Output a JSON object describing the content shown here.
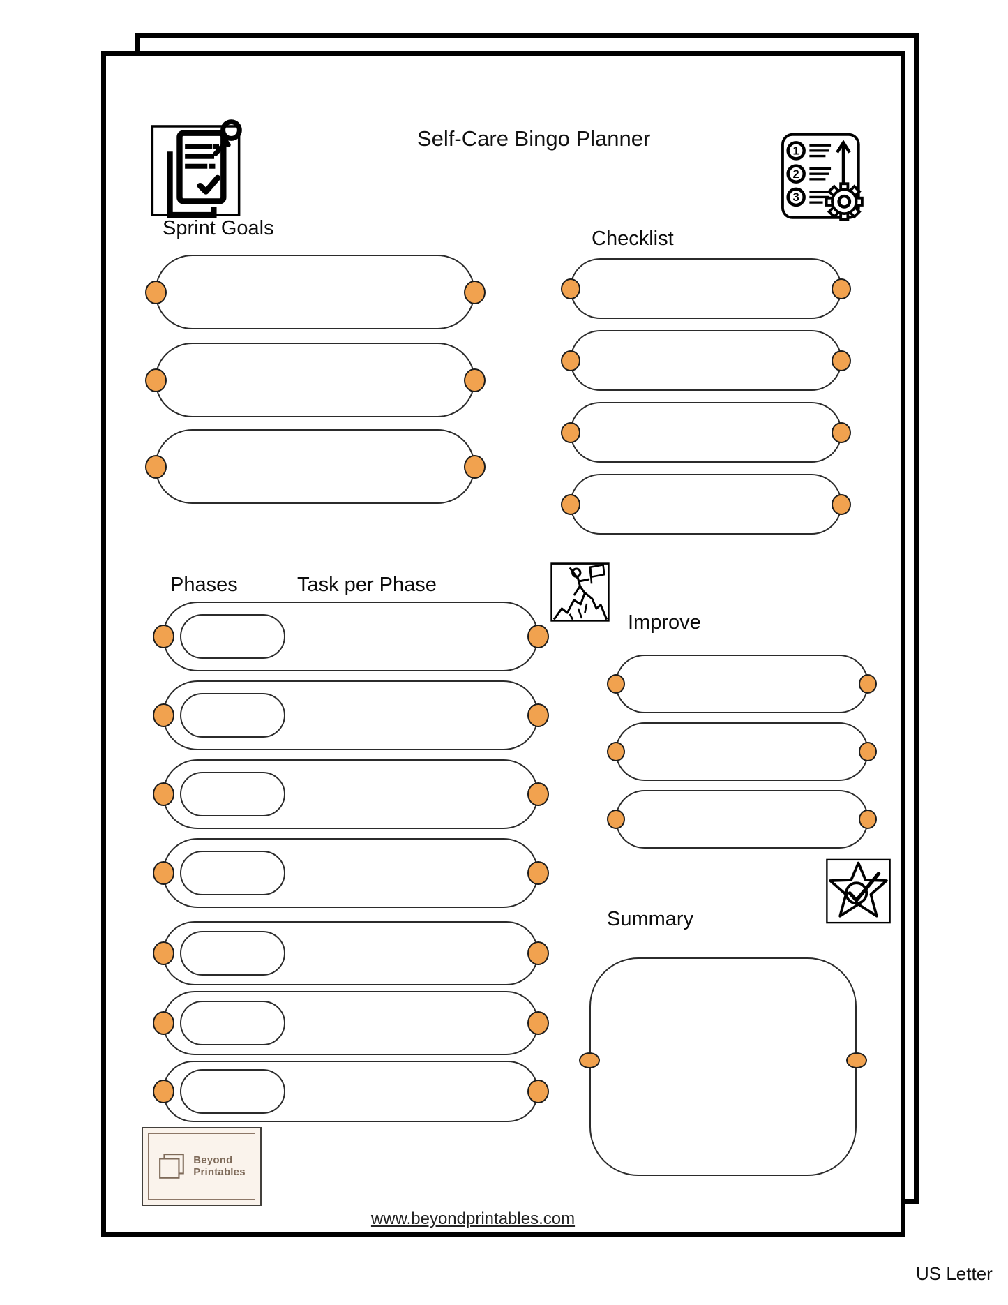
{
  "page": {
    "title": "Self-Care Bingo Planner",
    "footer_url": "www.beyondprintables.com",
    "size_label": "US Letter"
  },
  "sections": {
    "sprint_goals": {
      "label": "Sprint Goals",
      "rows": 3
    },
    "checklist": {
      "label": "Checklist",
      "rows": 4
    },
    "phases": {
      "label": "Phases",
      "rows": 7
    },
    "task_per_phase": {
      "label": "Task per Phase"
    },
    "improve": {
      "label": "Improve",
      "rows": 3
    },
    "summary": {
      "label": "Summary"
    }
  },
  "brand": {
    "line1": "Beyond",
    "line2": "Printables"
  },
  "icons": {
    "top_left": "pinned-notes-icon",
    "top_right": "numbered-list-gear-icon",
    "middle": "mountain-climber-icon",
    "lower_right": "star-check-icon",
    "logo": "overlapping-pages-logo"
  },
  "colors": {
    "accent_dot": "#F1A24F",
    "dot_outline": "#1C1C1C",
    "pill_stroke": "#2B2B2B",
    "page_border": "#000000",
    "logo_background": "#FAF3EC",
    "logo_brown": "#7E6A59"
  }
}
